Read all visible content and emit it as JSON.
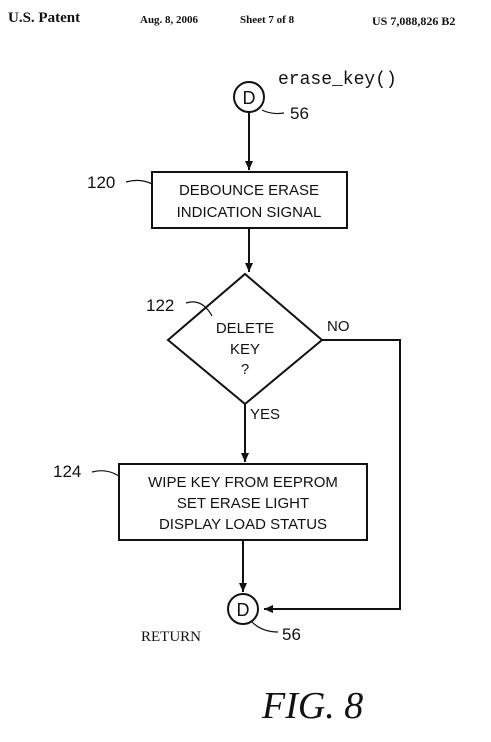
{
  "header": {
    "office": "U.S. Patent",
    "date": "Aug. 8, 2006",
    "sheet": "Sheet 7 of 8",
    "patent_number": "US 7,088,826 B2"
  },
  "diagram": {
    "entry_connector": {
      "letter": "D",
      "ref": "56",
      "function_label": "erase_key()"
    },
    "step_120": {
      "ref": "120",
      "lines": [
        "DEBOUNCE ERASE",
        "INDICATION SIGNAL"
      ]
    },
    "decision_122": {
      "ref": "122",
      "lines": [
        "DELETE",
        "KEY",
        "?"
      ],
      "yes_label": "YES",
      "no_label": "NO"
    },
    "step_124": {
      "ref": "124",
      "lines": [
        "WIPE KEY FROM EEPROM",
        "SET ERASE LIGHT",
        "DISPLAY LOAD STATUS"
      ]
    },
    "exit_connector": {
      "letter": "D",
      "ref": "56",
      "return_label": "RETURN"
    }
  },
  "figure_label": "FIG. 8"
}
